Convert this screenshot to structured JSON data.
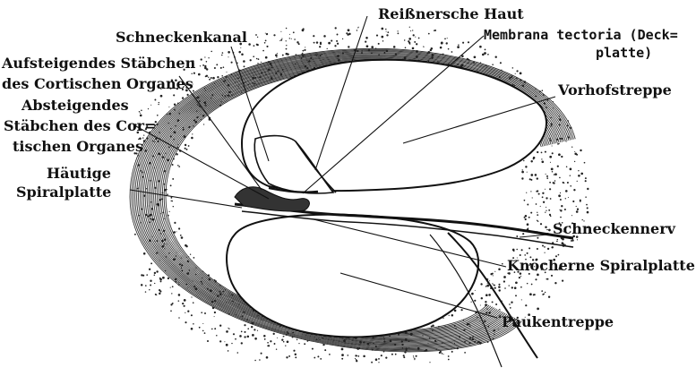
{
  "diagram": {
    "labels": {
      "schneckenkanal": "Schneckenkanal",
      "reissnersche_haut": "Reißnersche Haut",
      "membrana_tectoria_1": "Membrana tectoria (Deck=",
      "membrana_tectoria_2": "platte)",
      "aufsteigendes_1": "Aufsteigendes Stäbchen",
      "aufsteigendes_2": "des Cortischen Organes",
      "absteigendes_1": "Absteigendes",
      "absteigendes_2": "Stäbchen des Cor=",
      "absteigendes_3": "tischen Organes",
      "haeutige_1": "Häutige",
      "haeutige_2": "Spiralplatte",
      "vorhofstreppe": "Vorhofstreppe",
      "schneckennerv": "Schneckennerv",
      "knoecherne": "Knöcherne Spiralplatte",
      "paukentreppe": "Paukentreppe"
    }
  }
}
